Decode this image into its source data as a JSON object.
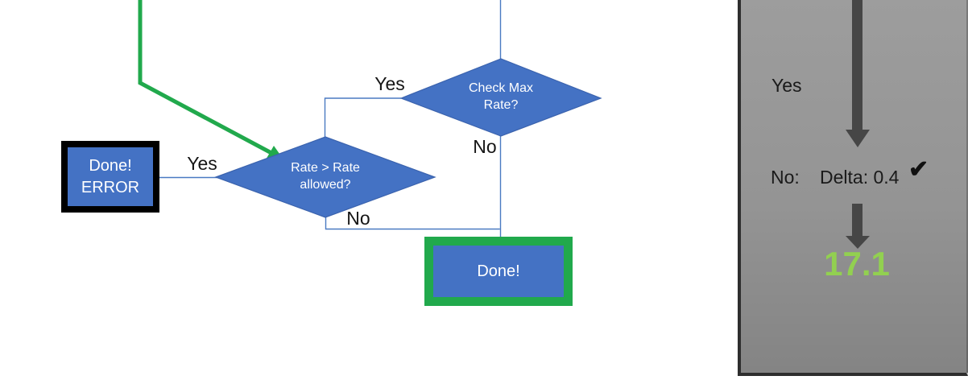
{
  "colors": {
    "shape_fill_blue": "#4472c4",
    "connector_blue": "#4a7ac2",
    "flow_green": "#21a94c",
    "done_border_green": "#21a94c",
    "error_border_black": "#000000",
    "result_green": "#92d050",
    "panel_arrow_gray": "#464646",
    "panel_gray_top": "#9d9d9d",
    "panel_gray_bottom": "#848484"
  },
  "flowchart": {
    "check_max_rate_decision": {
      "line1": "Check Max",
      "line2": "Rate?",
      "yes_label": "Yes",
      "no_label": "No"
    },
    "rate_allowed_decision": {
      "line1": "Rate > Rate",
      "line2": "allowed?",
      "yes_label": "Yes",
      "no_label": "No"
    },
    "error_box": {
      "line1": "Done!",
      "line2": "ERROR"
    },
    "done_box": {
      "label": "Done!"
    }
  },
  "panel": {
    "yes_label": "Yes",
    "no_label": "No:",
    "delta_label": "Delta: 0.4",
    "check_icon": "✔",
    "result_value": "17.1"
  }
}
